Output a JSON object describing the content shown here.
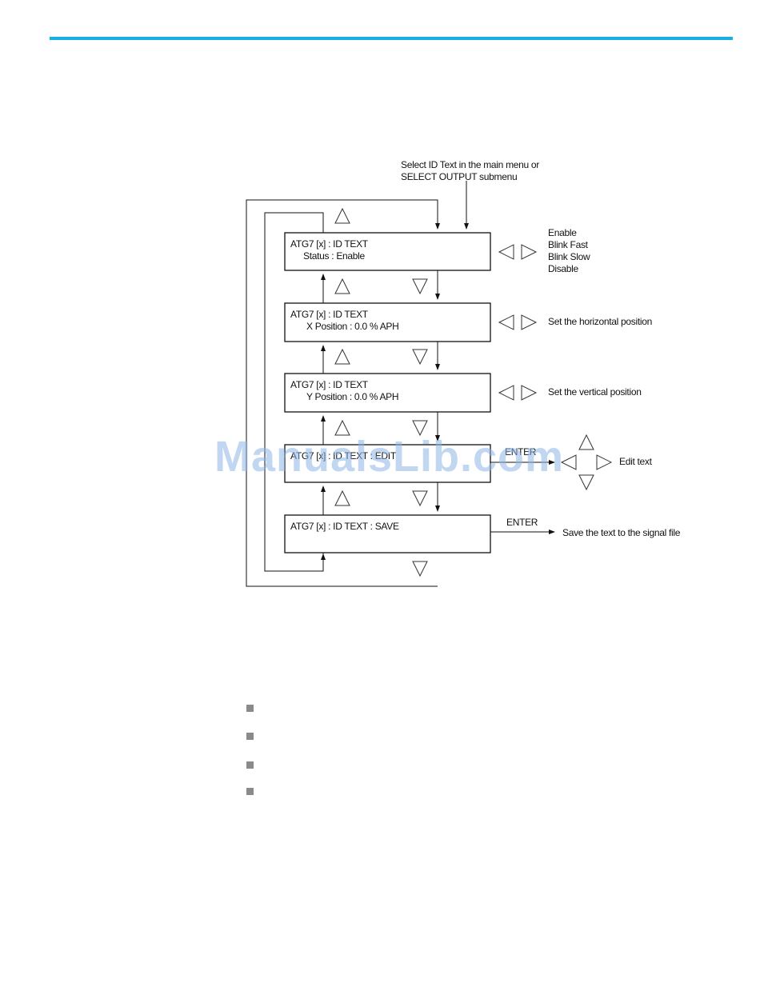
{
  "accent_color": "#18b0e0",
  "note": {
    "line1": "Select ID Text in the main menu or",
    "line2": "SELECT OUTPUT submenu"
  },
  "menus": [
    {
      "line1": "ATG7 [x] : ID TEXT",
      "line2": "Status :  Enable"
    },
    {
      "line1": "ATG7 [x] : ID TEXT",
      "line2": "X Position : 0.0 % APH"
    },
    {
      "line1": "ATG7 [x] :  ID TEXT",
      "line2": "Y Position : 0.0 % APH"
    },
    {
      "line1": "ATG7 [x] : ID TEXT : EDIT",
      "line2": ""
    },
    {
      "line1": "ATG7 [x] : ID TEXT : SAVE",
      "line2": ""
    }
  ],
  "status_options": [
    "Enable",
    "Blink Fast",
    "Blink Slow",
    "Disable"
  ],
  "side_labels": {
    "horizontal": "Set the horizontal position",
    "vertical": "Set the vertical position",
    "edit": "Edit text",
    "save": "Save the text to the signal file",
    "enter_edit": "ENTER",
    "enter_save": "ENTER"
  },
  "watermark": "ManualsLib.com",
  "bullets": [
    "",
    "",
    "",
    ""
  ]
}
